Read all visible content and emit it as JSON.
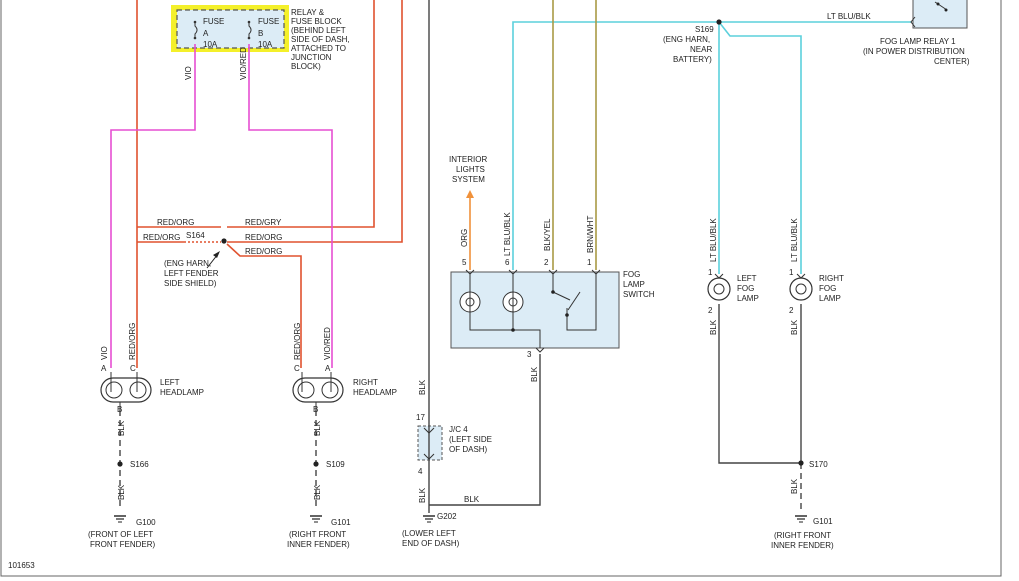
{
  "diagram_id": "101653",
  "fuse_block": {
    "fuse_a": {
      "name": "FUSE",
      "letter": "A",
      "rating": "10A"
    },
    "fuse_b": {
      "name": "FUSE",
      "letter": "B",
      "rating": "10A"
    },
    "caption": [
      "RELAY &",
      "FUSE BLOCK",
      "(BEHIND LEFT",
      "SIDE OF DASH,",
      "ATTACHED TO",
      "JUNCTION",
      "BLOCK)"
    ],
    "wire_a": "VIO",
    "wire_b": "VIO/RED"
  },
  "splice_s164": {
    "id": "S164",
    "caption": [
      "(ENG HARN,",
      "LEFT FENDER",
      "SIDE SHIELD)"
    ],
    "wires": {
      "w1": "RED/ORG",
      "w2": "RED/ORG",
      "w3": "RED/GRY",
      "w4": "RED/ORG",
      "w5": "RED/ORG"
    }
  },
  "left_headlamp": {
    "label": [
      "LEFT",
      "HEADLAMP"
    ],
    "pins": {
      "a": "A",
      "c": "C",
      "b": "B"
    },
    "wires": {
      "a": "VIO",
      "c": "RED/ORG",
      "b": "BLK",
      "ground": "BLK"
    },
    "splice": "S166",
    "ground": {
      "id": "G100",
      "caption": [
        "(FRONT OF LEFT",
        "FRONT FENDER)"
      ]
    }
  },
  "right_headlamp": {
    "label": [
      "RIGHT",
      "HEADLAMP"
    ],
    "pins": {
      "c": "C",
      "a": "A",
      "b": "B"
    },
    "wires": {
      "c": "RED/ORG",
      "a": "VIO/RED",
      "b": "BLK",
      "ground": "BLK"
    },
    "splice": "S109",
    "ground": {
      "id": "G101",
      "caption": [
        "(RIGHT FRONT",
        "INNER FENDER)"
      ]
    }
  },
  "junction_jc4": {
    "label": [
      "J/C 4",
      "(LEFT SIDE",
      "OF DASH)"
    ],
    "pin_top": "17",
    "pin_bottom": "4",
    "wire_top": "BLK",
    "wire_bottom": "BLK",
    "wire_return": "BLK",
    "ground": {
      "id": "G202",
      "caption": [
        "(LOWER LEFT",
        "END OF DASH)"
      ]
    }
  },
  "interior_lights": [
    "INTERIOR",
    "LIGHTS",
    "SYSTEM"
  ],
  "fog_switch": {
    "label": [
      "FOG",
      "LAMP",
      "SWITCH"
    ],
    "pins": {
      "p5": "5",
      "p6": "6",
      "p2": "2",
      "p1": "1",
      "p3": "3"
    },
    "wires": {
      "p5": "ORG",
      "p6": "LT BLU/BLK",
      "p2": "BLK/YEL",
      "p1": "BRN/WHT",
      "p3": "BLK"
    }
  },
  "splice_s169": {
    "id": "S169",
    "caption": [
      "(ENG HARN,",
      "NEAR",
      "BATTERY)"
    ],
    "wire_top": "LT BLU/BLK"
  },
  "fog_relay": [
    "FOG LAMP RELAY 1",
    "(IN POWER DISTRIBUTION",
    "CENTER)"
  ],
  "left_fog": {
    "label": [
      "LEFT",
      "FOG",
      "LAMP"
    ],
    "pin_top": "1",
    "pin_bottom": "2",
    "wire_top": "LT BLU/BLK",
    "wire_bottom": "BLK"
  },
  "right_fog": {
    "label": [
      "RIGHT",
      "FOG",
      "LAMP"
    ],
    "pin_top": "1",
    "pin_bottom": "2",
    "wire_top": "LT BLU/BLK",
    "wire_bottom": "BLK"
  },
  "splice_s170": {
    "id": "S170",
    "wire": "BLK"
  },
  "fog_ground": {
    "id": "G101",
    "caption": [
      "(RIGHT FRONT",
      "INNER FENDER)"
    ]
  },
  "colors": {
    "red": "#e0522f",
    "vio": "#e64fd2",
    "ltblu": "#5cd0dc",
    "brn": "#a89a45",
    "org": "#f0913a",
    "blk": "#444444",
    "box_fill": "#dcecf6",
    "box_stroke": "#5a6a7a",
    "highlight": "#f4f02a"
  }
}
